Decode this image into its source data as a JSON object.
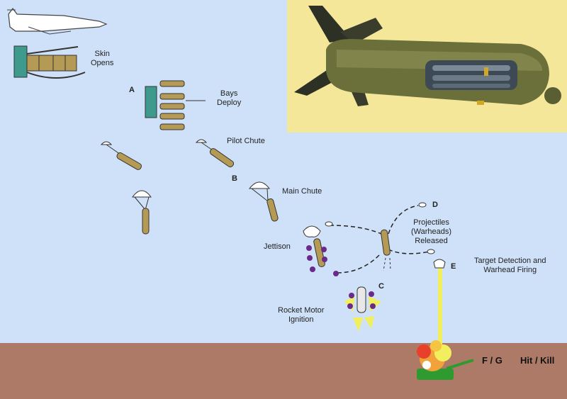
{
  "labels": {
    "skin_opens": [
      "Skin",
      "Opens"
    ],
    "bays_deploy": [
      "Bays",
      "Deploy"
    ],
    "pilot_chute": "Pilot Chute",
    "main_chute": "Main Chute",
    "jettison": "Jettison",
    "projectiles": [
      "Projectiles",
      "(Warheads)",
      "Released"
    ],
    "target_detection": [
      "Target Detection and",
      "Warhead Firing"
    ],
    "rocket_motor": [
      "Rocket Motor",
      "Ignition"
    ],
    "fg": "F / G",
    "hit_kill": "Hit / Kill"
  },
  "letters": {
    "a": "A",
    "b": "B",
    "c": "C",
    "d": "D",
    "e": "E"
  },
  "colors": {
    "sky": "#cfe1f8",
    "ground": "#ad7a68",
    "photo_bg": "#f5e79a",
    "bomb_body": "#6b6f3a",
    "munition": "#b59a55",
    "teal": "#3f9a8e",
    "purple": "#6b2a8a",
    "beam": "#f2ef5e"
  }
}
